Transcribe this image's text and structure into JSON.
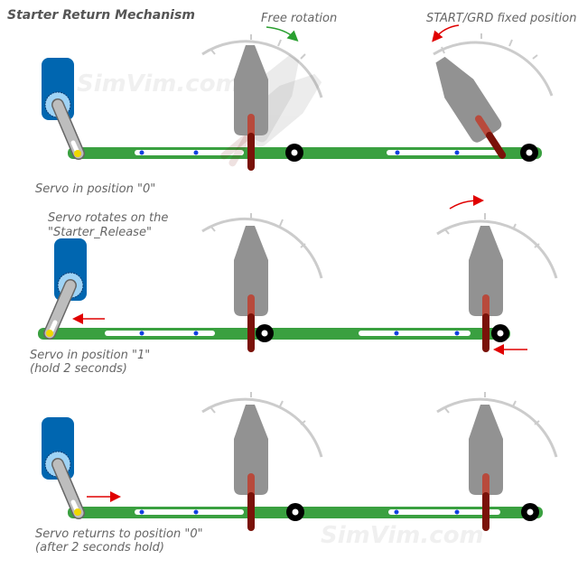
{
  "title": "Starter Return Mechanism",
  "watermark": "SimVim.com",
  "colors": {
    "servo_body": "#0066b0",
    "servo_hub": "#9fd3f5",
    "servo_arm": "#bdbdbd",
    "bar": "#3aa040",
    "slot": "#ffffff",
    "rivet": "#1040e0",
    "knob": "#929292",
    "pointer_light": "#b84a3c",
    "pointer_dark": "#7a1209",
    "dial": "#cccccc",
    "arrow_red": "#e00000",
    "arrow_green": "#2aa030",
    "pin": "#f0d800",
    "text": "#666666"
  },
  "panels": [
    {
      "id": "panel-1",
      "servo_label": [
        "Servo in position \"0\""
      ],
      "servo_state": "position-0",
      "knob_left_annotation": "Free rotation",
      "knob_right_annotation": "START/GRD fixed position",
      "knob_right_state": "rotated-left"
    },
    {
      "id": "panel-2",
      "top_label": [
        "Servo rotates on the",
        "\"Starter_Release\""
      ],
      "servo_label": [
        "Servo in position \"1\"",
        "(hold 2 seconds)"
      ],
      "servo_state": "position-1",
      "bar_arrow": "left",
      "knob_right_state": "upright"
    },
    {
      "id": "panel-3",
      "servo_label": [
        "Servo returns to position \"0\"",
        "(after 2 seconds hold)"
      ],
      "servo_state": "position-0",
      "bar_arrow": "right",
      "knob_right_state": "upright"
    }
  ]
}
